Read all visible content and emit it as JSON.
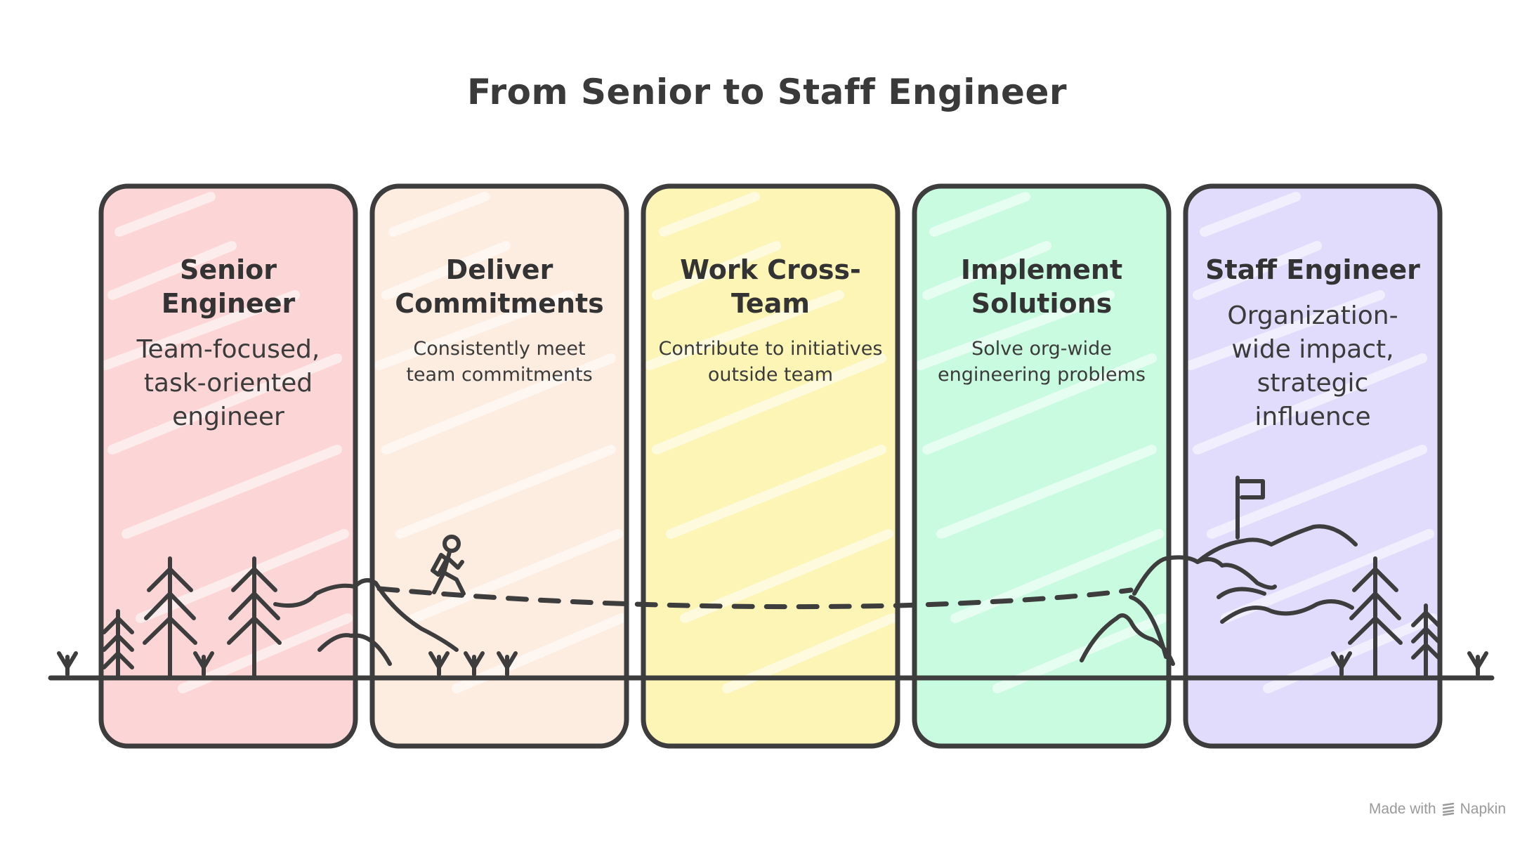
{
  "title": "From Senior to Staff Engineer",
  "stages": [
    {
      "title": "Senior Engineer",
      "description": "Team-focused, task-oriented engineer",
      "color": "#fcd6d6"
    },
    {
      "title": "Deliver Commitments",
      "description": "Consistently meet team commitments",
      "color": "#fdece0"
    },
    {
      "title": "Work Cross-Team",
      "description": "Contribute to initiatives outside team",
      "color": "#fcf5b6"
    },
    {
      "title": "Implement Solutions",
      "description": "Solve org-wide engineering problems",
      "color": "#c8fbe0"
    },
    {
      "title": "Staff Engineer",
      "description": "Organization-wide impact, strategic influence",
      "color": "#e2dcfc"
    }
  ],
  "footer": {
    "made_with": "Made with",
    "brand": "Napkin"
  },
  "icons": [
    "pine-tree-icon",
    "mountain-icon",
    "hiker-icon",
    "flag-icon",
    "grass-sprout-icon"
  ]
}
